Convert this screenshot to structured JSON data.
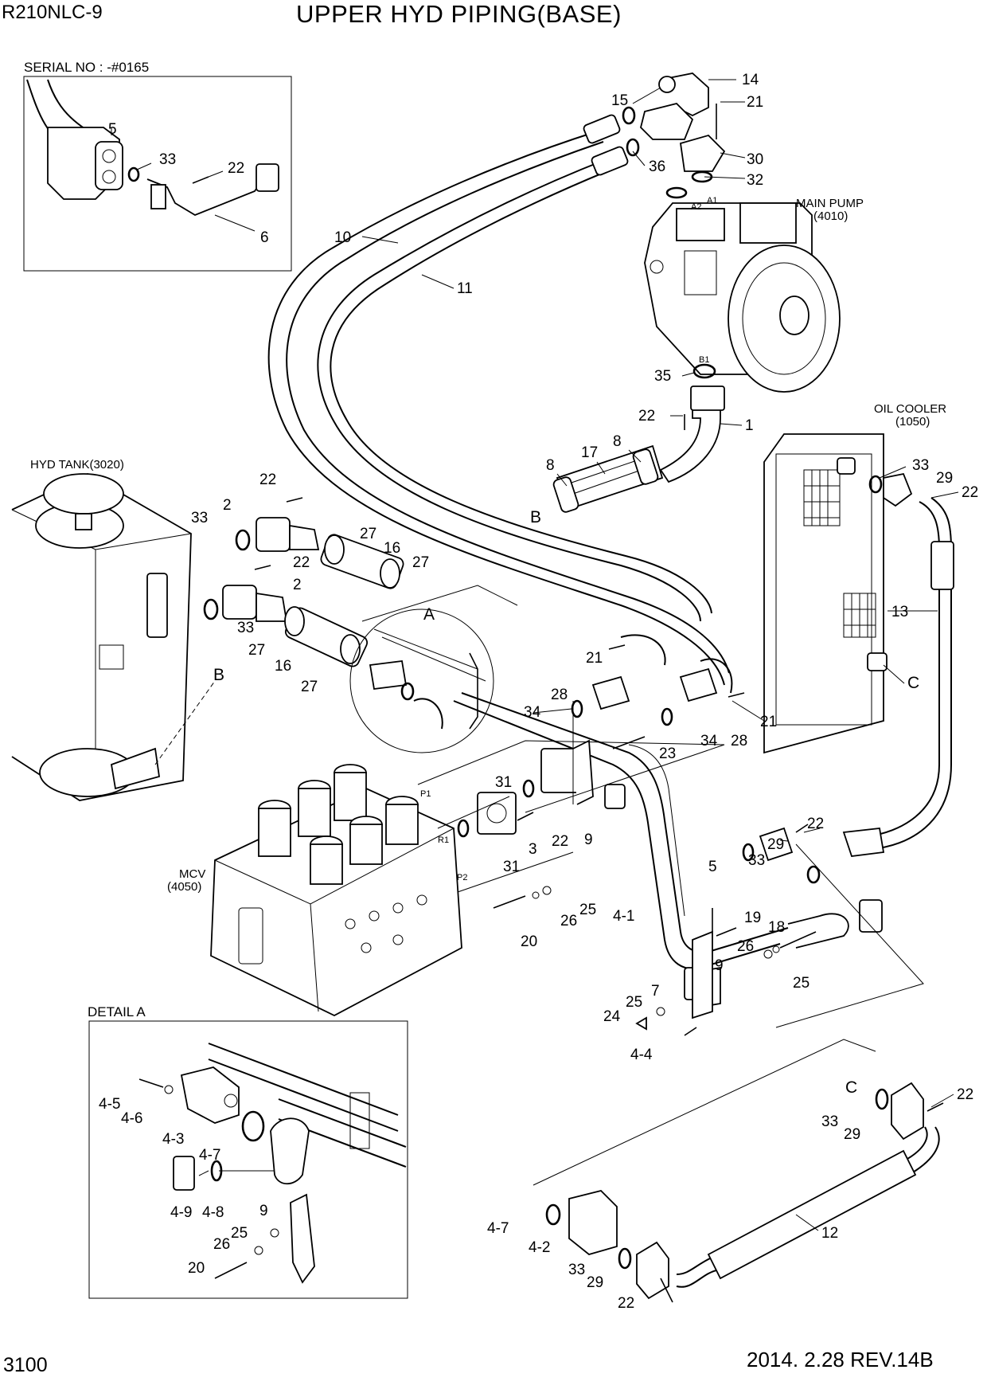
{
  "header": {
    "model": "R210NLC-9",
    "title": "UPPER HYD PIPING(BASE)"
  },
  "footer": {
    "page": "3100",
    "revision": "2014. 2.28  REV.14B"
  },
  "inset": {
    "serial_label": "SERIAL NO : -#0165",
    "callouts": [
      "5",
      "33",
      "22",
      "6"
    ]
  },
  "components": {
    "main_pump": {
      "name": "MAIN PUMP",
      "code": "(4010)",
      "ports": [
        "A2",
        "A1",
        "B1"
      ]
    },
    "oil_cooler": {
      "name": "OIL COOLER",
      "code": "(1050)"
    },
    "hyd_tank": "HYD TANK(3020)",
    "mcv": {
      "name": "MCV",
      "code": "(4050)",
      "ports": [
        "P1",
        "R1",
        "P2"
      ]
    }
  },
  "detail_a": {
    "title": "DETAIL A",
    "callouts": [
      "4-5",
      "4-6",
      "4-3",
      "4-7",
      "4-9",
      "4-8",
      "9",
      "25",
      "26",
      "20"
    ]
  },
  "reference_letters": [
    "A",
    "B",
    "B",
    "C",
    "C"
  ],
  "callouts_main": [
    "14",
    "21",
    "15",
    "36",
    "30",
    "32",
    "10",
    "11",
    "35",
    "22",
    "1",
    "8",
    "17",
    "8",
    "22",
    "2",
    "33",
    "27",
    "16",
    "27",
    "22",
    "2",
    "33",
    "27",
    "16",
    "27",
    "33",
    "29",
    "22",
    "13",
    "21",
    "28",
    "34",
    "34",
    "28",
    "21",
    "23",
    "31",
    "22",
    "3",
    "31",
    "9",
    "5",
    "20",
    "26",
    "25",
    "4-1",
    "22",
    "29",
    "33",
    "19",
    "18",
    "26",
    "25",
    "9",
    "7",
    "25",
    "24",
    "4-4",
    "22",
    "33",
    "29",
    "4-7",
    "4-2",
    "33",
    "29",
    "22",
    "12"
  ]
}
